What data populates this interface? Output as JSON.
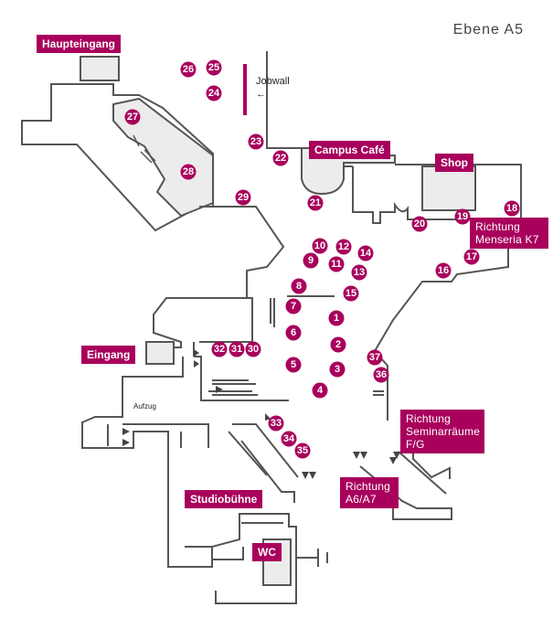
{
  "level": "Ebene A5",
  "labels": {
    "haupteingang": "Haupteingang",
    "campus_cafe": "Campus Café",
    "shop": "Shop",
    "richtung_mensa": [
      "Richtung",
      "Menseria K7"
    ],
    "eingang": "Eingang",
    "richtung_seminar": [
      "Richtung",
      "Seminarräume",
      "F/G"
    ],
    "studiobuehne": "Studiobühne",
    "richtung_a6": [
      "Richtung",
      "A6/A7"
    ],
    "wc": "WC"
  },
  "jobwall": {
    "text": "Jobwall",
    "arrow": "←"
  },
  "aufzug": "Aufzug",
  "colors": {
    "accent": "#a8005c",
    "walls": "#555555",
    "room_fill": "#ececec"
  },
  "pins": [
    {
      "id": "pin-1",
      "label": "1"
    },
    {
      "id": "pin-2",
      "label": "2"
    },
    {
      "id": "pin-3",
      "label": "3"
    },
    {
      "id": "pin-4",
      "label": "4"
    },
    {
      "id": "pin-5",
      "label": "5"
    },
    {
      "id": "pin-6",
      "label": "6"
    },
    {
      "id": "pin-7",
      "label": "7"
    },
    {
      "id": "pin-8",
      "label": "8"
    },
    {
      "id": "pin-9",
      "label": "9"
    },
    {
      "id": "pin-10",
      "label": "10"
    },
    {
      "id": "pin-11",
      "label": "11"
    },
    {
      "id": "pin-12",
      "label": "12"
    },
    {
      "id": "pin-13",
      "label": "13"
    },
    {
      "id": "pin-14",
      "label": "14"
    },
    {
      "id": "pin-15",
      "label": "15"
    },
    {
      "id": "pin-16",
      "label": "16"
    },
    {
      "id": "pin-17",
      "label": "17"
    },
    {
      "id": "pin-18",
      "label": "18"
    },
    {
      "id": "pin-19",
      "label": "19"
    },
    {
      "id": "pin-20",
      "label": "20"
    },
    {
      "id": "pin-21",
      "label": "21"
    },
    {
      "id": "pin-22",
      "label": "22"
    },
    {
      "id": "pin-23",
      "label": "23"
    },
    {
      "id": "pin-24",
      "label": "24"
    },
    {
      "id": "pin-25",
      "label": "25"
    },
    {
      "id": "pin-26",
      "label": "26"
    },
    {
      "id": "pin-27",
      "label": "27"
    },
    {
      "id": "pin-28",
      "label": "28"
    },
    {
      "id": "pin-29",
      "label": "29"
    },
    {
      "id": "pin-30",
      "label": "30"
    },
    {
      "id": "pin-31",
      "label": "31"
    },
    {
      "id": "pin-32",
      "label": "32"
    },
    {
      "id": "pin-33",
      "label": "33"
    },
    {
      "id": "pin-34",
      "label": "34"
    },
    {
      "id": "pin-35",
      "label": "35"
    },
    {
      "id": "pin-36",
      "label": "36"
    },
    {
      "id": "pin-37",
      "label": "37"
    }
  ]
}
